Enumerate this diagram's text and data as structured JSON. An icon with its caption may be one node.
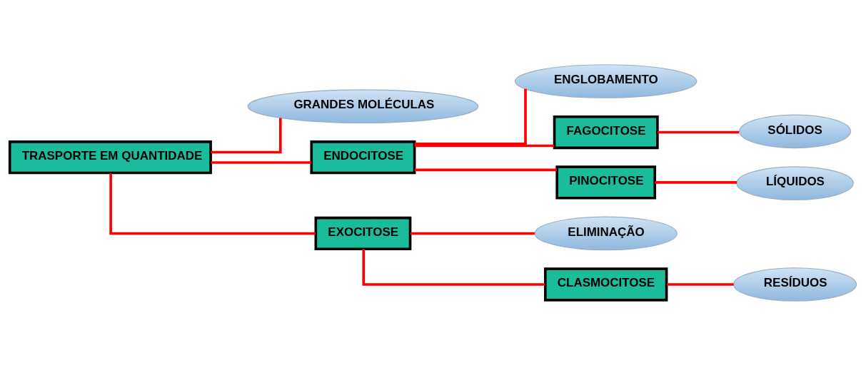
{
  "diagram": {
    "nodes": [
      {
        "text": [
          "TRASPORTE EM QUANTIDADE"
        ]
      },
      {
        "text": [
          "GRANDES MOLÉCULAS"
        ]
      },
      {
        "text": [
          "ENDOCITOSE"
        ]
      },
      {
        "text": [
          "ENGLOBAMENTO"
        ]
      },
      {
        "text": [
          "FAGOCITOSE"
        ]
      },
      {
        "text": [
          "SÓLIDOS"
        ]
      },
      {
        "text": [
          "PINOCITOSE"
        ]
      },
      {
        "text": [
          "LÍQUIDOS"
        ]
      },
      {
        "text": [
          "EXOCITOSE"
        ]
      },
      {
        "text": [
          "ELIMINAÇÃO"
        ]
      },
      {
        "text": [
          "CLASMOCITOSE"
        ]
      },
      {
        "text": [
          "RESÍDUOS"
        ]
      }
    ],
    "edges": [
      {
        "from": 0,
        "to": 1,
        "arrow": "none"
      },
      {
        "from": 0,
        "to": 2,
        "arrow": "none"
      },
      {
        "from": 0,
        "to": 8,
        "arrow": "none"
      },
      {
        "from": 2,
        "to": 3,
        "arrow": "none"
      },
      {
        "from": 2,
        "to": 4,
        "arrow": "none"
      },
      {
        "from": 2,
        "to": 6,
        "arrow": "none"
      },
      {
        "from": 4,
        "to": 5,
        "arrow": "none"
      },
      {
        "from": 6,
        "to": 7,
        "arrow": "none"
      },
      {
        "from": 8,
        "to": 9,
        "arrow": "none"
      },
      {
        "from": 8,
        "to": 10,
        "arrow": "none"
      },
      {
        "from": 10,
        "to": 11,
        "arrow": "none"
      }
    ]
  }
}
